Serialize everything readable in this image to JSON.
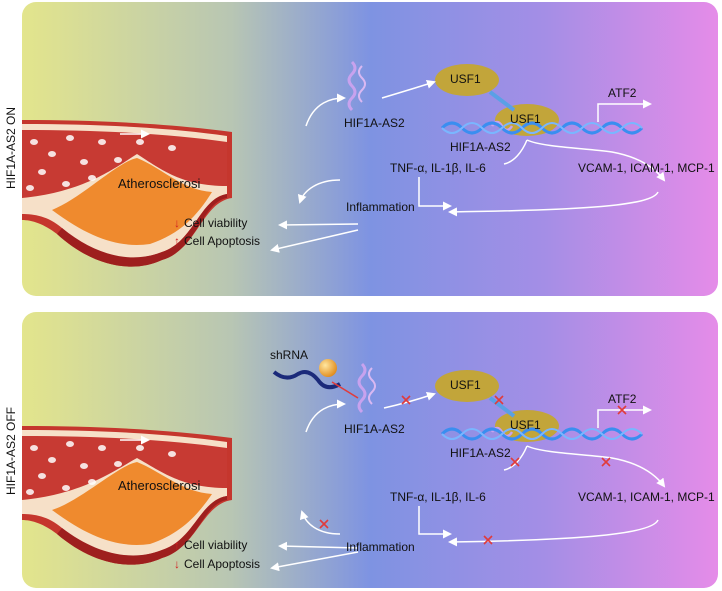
{
  "colors": {
    "gradient": [
      "#e3e58c",
      "#b8c6b3",
      "#7e93e2",
      "#a48ee6",
      "#e58ce8"
    ],
    "vessel_wall": "#f6e0c8",
    "vessel_outer": "#c5362d",
    "lumen": "#c73a33",
    "plaque": "#ef8a2e",
    "cap": "#9e1f1e",
    "usf1": "#c2a53a",
    "dna_strand": "#3a8ef0",
    "rna": "#c8a2ee",
    "inhibit_x": "#e03b3b"
  },
  "panels": [
    {
      "id": "on",
      "side_label": "HIF1A-AS2 ON",
      "plaque_label": "Atherosclerosi",
      "hif_rna_label": "HIF1A-AS2",
      "usf1_free_label": "USF1",
      "usf1_bound_label": "USF1",
      "gene_label": "ATF2",
      "dna_label": "HIF1A-AS2",
      "cytokines_label": "TNF-α, IL-1β, IL-6",
      "adhesion_label": "VCAM-1, ICAM-1, MCP-1",
      "inflammation_label": "Inflammation",
      "viability_label": "Cell viability",
      "apoptosis_label": "Cell Apoptosis",
      "viability_arrow": "↓",
      "apoptosis_arrow": "↑"
    },
    {
      "id": "off",
      "side_label": "HIF1A-AS2 OFF",
      "shrna_label": "shRNA",
      "plaque_label": "Atherosclerosi",
      "hif_rna_label": "HIF1A-AS2",
      "usf1_free_label": "USF1",
      "usf1_bound_label": "USF1",
      "gene_label": "ATF2",
      "dna_label": "HIF1A-AS2",
      "cytokines_label": "TNF-α, IL-1β, IL-6",
      "adhesion_label": "VCAM-1, ICAM-1, MCP-1",
      "inflammation_label": "Inflammation",
      "viability_label": "Cell viability",
      "apoptosis_label": "Cell Apoptosis",
      "viability_arrow": "↑",
      "apoptosis_arrow": "↓"
    }
  ]
}
